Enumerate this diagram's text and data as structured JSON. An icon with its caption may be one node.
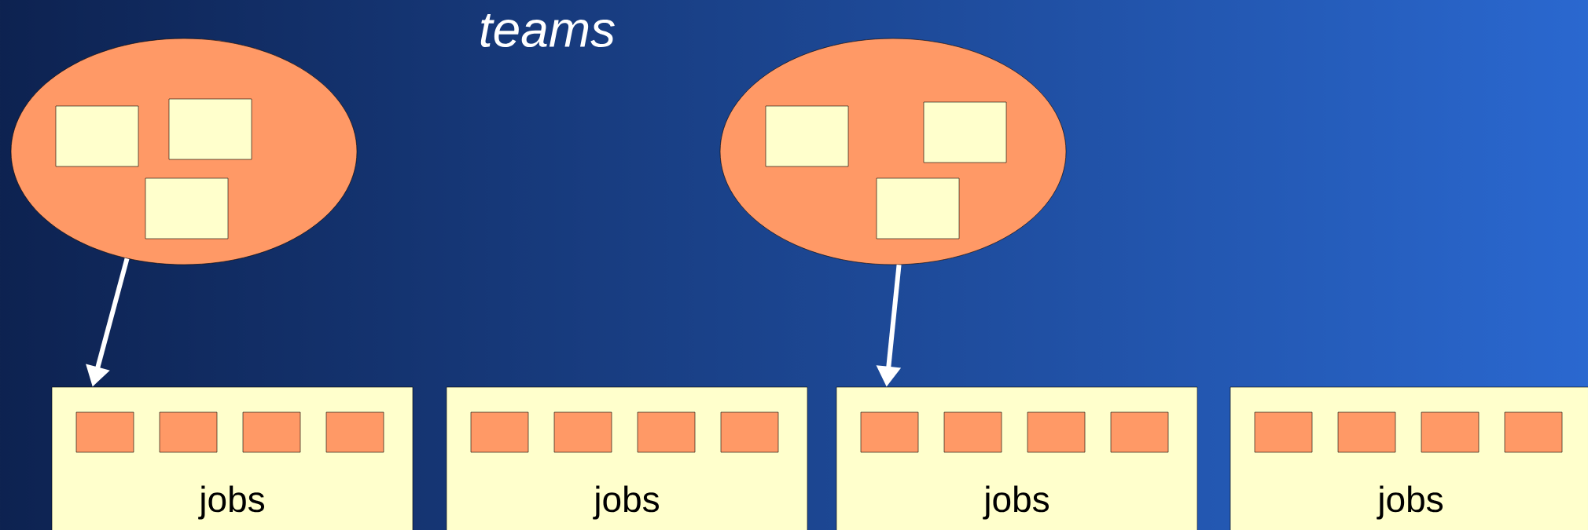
{
  "diagram": {
    "title": "teams",
    "nodes": [
      {
        "text": [],
        "shape": "circle"
      },
      {
        "text": [],
        "shape": "box",
        "in": 0
      },
      {
        "text": [],
        "shape": "box",
        "in": 0
      },
      {
        "text": [],
        "shape": "box",
        "in": 0
      },
      {
        "text": [],
        "shape": "circle"
      },
      {
        "text": [],
        "shape": "box",
        "in": 4
      },
      {
        "text": [],
        "shape": "box",
        "in": 4
      },
      {
        "text": [],
        "shape": "box",
        "in": 4
      },
      {
        "text": [
          "jobs"
        ]
      },
      {
        "text": [],
        "shape": "box",
        "in": 8
      },
      {
        "text": [],
        "shape": "box",
        "in": 8
      },
      {
        "text": [],
        "shape": "box",
        "in": 8
      },
      {
        "text": [],
        "shape": "box",
        "in": 8
      },
      {
        "text": [
          "jobs"
        ]
      },
      {
        "text": [],
        "shape": "box",
        "in": 13
      },
      {
        "text": [],
        "shape": "box",
        "in": 13
      },
      {
        "text": [],
        "shape": "box",
        "in": 13
      },
      {
        "text": [],
        "shape": "box",
        "in": 13
      },
      {
        "text": [
          "jobs"
        ]
      },
      {
        "text": [],
        "shape": "box",
        "in": 18
      },
      {
        "text": [],
        "shape": "box",
        "in": 18
      },
      {
        "text": [],
        "shape": "box",
        "in": 18
      },
      {
        "text": [],
        "shape": "box",
        "in": 18
      },
      {
        "text": [
          "jobs"
        ]
      },
      {
        "text": [],
        "shape": "box",
        "in": 23
      },
      {
        "text": [],
        "shape": "box",
        "in": 23
      },
      {
        "text": [],
        "shape": "box",
        "in": 23
      },
      {
        "text": [],
        "shape": "box",
        "in": 23
      }
    ],
    "edges": [
      {
        "from": 0,
        "to": 8,
        "arrow": "to"
      },
      {
        "from": 4,
        "to": 18,
        "arrow": "to"
      }
    ]
  }
}
